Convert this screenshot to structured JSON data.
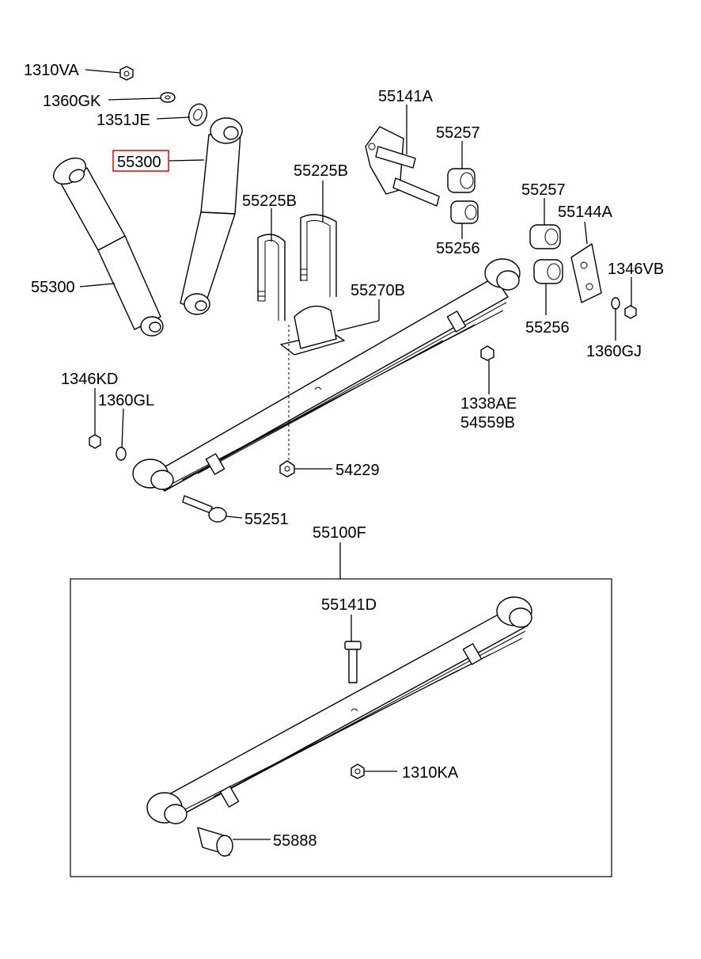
{
  "highlight_color": "#e00000",
  "labels": {
    "l1310VA": "1310VA",
    "l1360GK": "1360GK",
    "l1351JE": "1351JE",
    "l55300_selected": "55300",
    "l55300": "55300",
    "l55141A": "55141A",
    "l55257_a": "55257",
    "l55256_a": "55256",
    "l55225B_a": "55225B",
    "l55225B_b": "55225B",
    "l55257_b": "55257",
    "l55144A": "55144A",
    "l1346VB": "1346VB",
    "l55270B": "55270B",
    "l55256_b": "55256",
    "l1360GJ": "1360GJ",
    "l1346KD": "1346KD",
    "l1360GL": "1360GL",
    "l1338AE": "1338AE",
    "l54559B": "54559B",
    "l54229": "54229",
    "l55251": "55251",
    "l55100F": "55100F",
    "l55141D": "55141D",
    "l1310KA": "1310KA",
    "l55888": "55888"
  }
}
